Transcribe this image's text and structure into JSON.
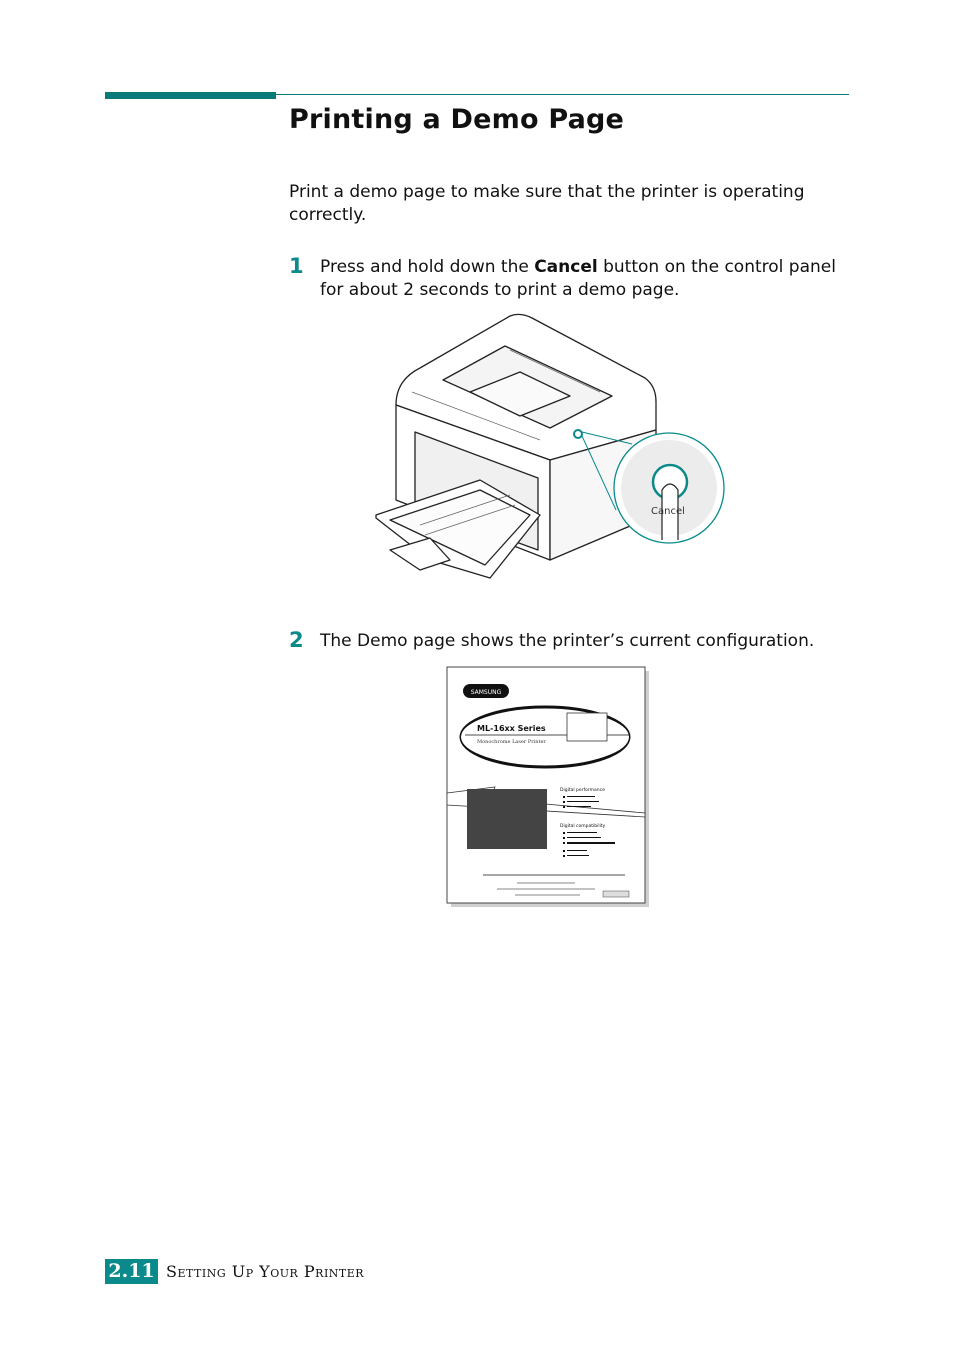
{
  "page": {
    "title": "Printing a Demo Page",
    "intro": "Print a demo page to make sure that the printer is operating correctly."
  },
  "steps": [
    {
      "number": "1",
      "text_before": "Press and hold down the ",
      "text_bold": "Cancel",
      "text_after": " button on the control panel for about 2 seconds to print a demo page."
    },
    {
      "number": "2",
      "text": "The Demo page shows the printer’s current configuration."
    }
  ],
  "illustration_printer": {
    "callout_label": "Cancel"
  },
  "illustration_demo": {
    "brand": "SAMSUNG",
    "model": "ML-16xx Series",
    "subtitle": "Monochrome Laser Printer",
    "section_1": "Digital performance",
    "section_2": "Digital compatibility"
  },
  "footer": {
    "page_number": "2.11",
    "section_title": "Setting Up Your Printer"
  },
  "colors": {
    "accent": "#0a7a78"
  }
}
